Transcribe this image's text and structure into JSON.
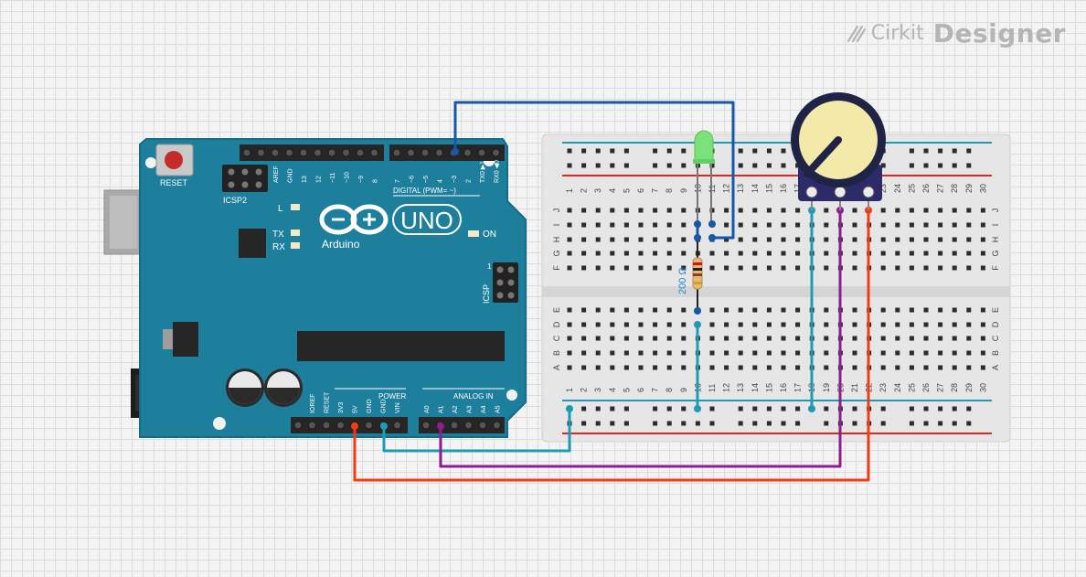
{
  "brand": {
    "name_part1": "Cirkit",
    "name_part2": "Designer",
    "logo_icon": "cirkit-slash-icon"
  },
  "arduino": {
    "brand": "Arduino",
    "model": "UNO",
    "reset_label": "RESET",
    "icsp2_label": "ICSP2",
    "icsp_label": "ICSP",
    "digital_label": "DIGITAL (PWM= ~)",
    "led_l": "L",
    "led_tx": "TX",
    "led_rx": "RX",
    "on_label": "ON",
    "power_label": "POWER",
    "analog_label": "ANALOG IN",
    "top_header_left": [
      "AREF",
      "GND",
      "13",
      "12",
      "~11",
      "~10",
      "~9",
      "8"
    ],
    "top_header_right": [
      "7",
      "~6",
      "~5",
      "4",
      "~3",
      "2",
      "TX0 ▶1",
      "RX0 ◀0"
    ],
    "power_pins": [
      "IOREF",
      "RESET",
      "3V3",
      "5V",
      "GND",
      "GND",
      "VIN"
    ],
    "analog_pins": [
      "A0",
      "A1",
      "A2",
      "A3",
      "A4",
      "A5"
    ],
    "icsp_pin1": "1",
    "colors": {
      "board": "#1d7f9c",
      "board_edge": "#156a84"
    }
  },
  "breadboard": {
    "columns": [
      "1",
      "2",
      "3",
      "4",
      "5",
      "6",
      "7",
      "8",
      "9",
      "10",
      "11",
      "12",
      "13",
      "14",
      "15",
      "16",
      "17",
      "18",
      "19",
      "20",
      "21",
      "22",
      "23",
      "24",
      "25",
      "26",
      "27",
      "28",
      "29",
      "30"
    ],
    "rows_top": [
      "J",
      "I",
      "H",
      "G",
      "F"
    ],
    "rows_bottom": [
      "E",
      "D",
      "C",
      "B",
      "A"
    ]
  },
  "components": {
    "resistor_label": "200 Ω",
    "led_color": "green",
    "potentiometer": "rotary-potentiometer"
  },
  "wires": {
    "colors": {
      "blue": "#1558a8",
      "teal": "#1f9ab5",
      "purple": "#8e1d8e",
      "red": "#f03c14",
      "black": "#222222"
    }
  }
}
